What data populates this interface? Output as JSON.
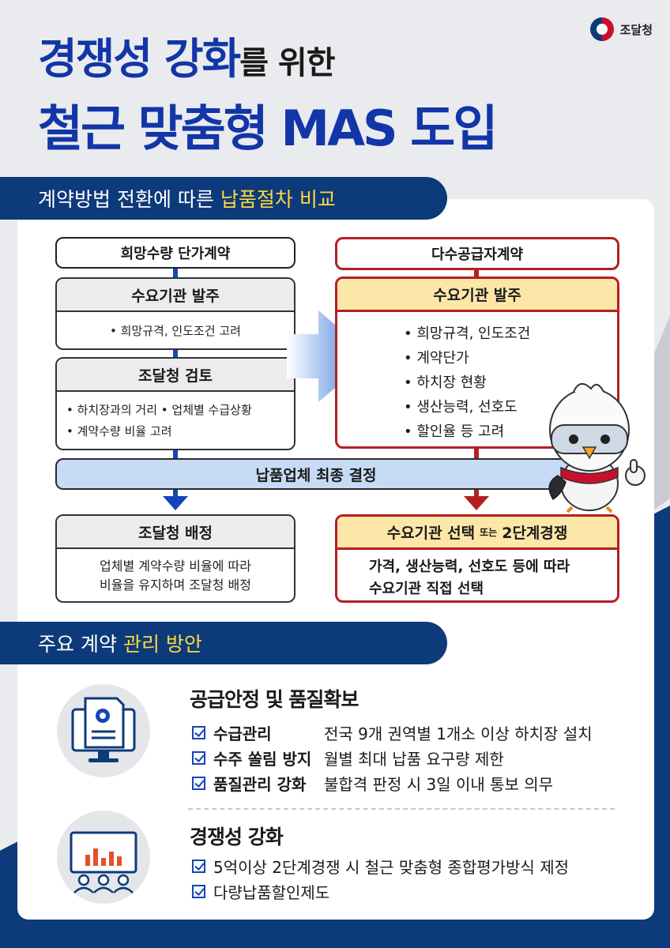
{
  "header": {
    "org_name": "조달청",
    "title_line1_part1": "경쟁성 강화",
    "title_line1_part2": "를 위한",
    "title_line2": "철근 맞춤형 MAS 도입"
  },
  "section1": {
    "band_text": "계약방법 전환에 따른",
    "band_highlight": "납품절차 비교",
    "left": {
      "header": "희망수량 단가계약",
      "step1_title": "수요기관 발주",
      "step1_items": [
        "희망규격, 인도조건 고려"
      ],
      "step2_title": "조달청 검토",
      "step2_item1": "하치장과의 거리",
      "step2_item2": "업체별 수급상황",
      "step2_item3": "계약수량 비율 고려",
      "step3_title": "조달청 배정",
      "step3_line1": "업체별 계약수량 비율에 따라",
      "step3_line2": "비율을 유지하며 조달청 배정"
    },
    "right": {
      "header": "다수공급자계약",
      "step1_title": "수요기관 발주",
      "step1_items": [
        "희망규격, 인도조건",
        "계약단가",
        "하치장 현황",
        "생산능력, 선호도",
        "할인율 등 고려"
      ],
      "step3_title_a": "수요기관 선택",
      "step3_title_b": "또는",
      "step3_title_c": "2단계경쟁",
      "step3_line1": "가격, 생산능력, 선호도 등에 따라",
      "step3_line2": "수요기관 직접 선택"
    },
    "decision": "납품업체 최종 결정"
  },
  "section2": {
    "band_text": "주요 계약",
    "band_highlight": "관리 방안",
    "feature1": {
      "title": "공급안정 및 품질확보",
      "items": [
        {
          "key": "수급관리",
          "desc": "전국 9개 권역별 1개소 이상 하치장 설치"
        },
        {
          "key": "수주 쏠림 방지",
          "desc": "월별 최대 납품 요구량 제한"
        },
        {
          "key": "품질관리 강화",
          "desc": "불합격 판정 시 3일 이내 통보 의무"
        }
      ]
    },
    "feature2": {
      "title": "경쟁성 강화",
      "items": [
        "5억이상 2단계경쟁 시 철근 맞춤형 종합평가방식 제정",
        "다량납품할인제도"
      ]
    }
  },
  "colors": {
    "navy": "#0d3a7a",
    "title_blue": "#1236a8",
    "accent_red": "#b51f24",
    "highlight_yellow": "#ffd93b",
    "arrow_blue": "#1446b8"
  },
  "icons": [
    "gear-document-monitor-icon",
    "presentation-chart-icon",
    "checkbox-icon",
    "arrow-right-icon",
    "mascot-bird-icon"
  ]
}
